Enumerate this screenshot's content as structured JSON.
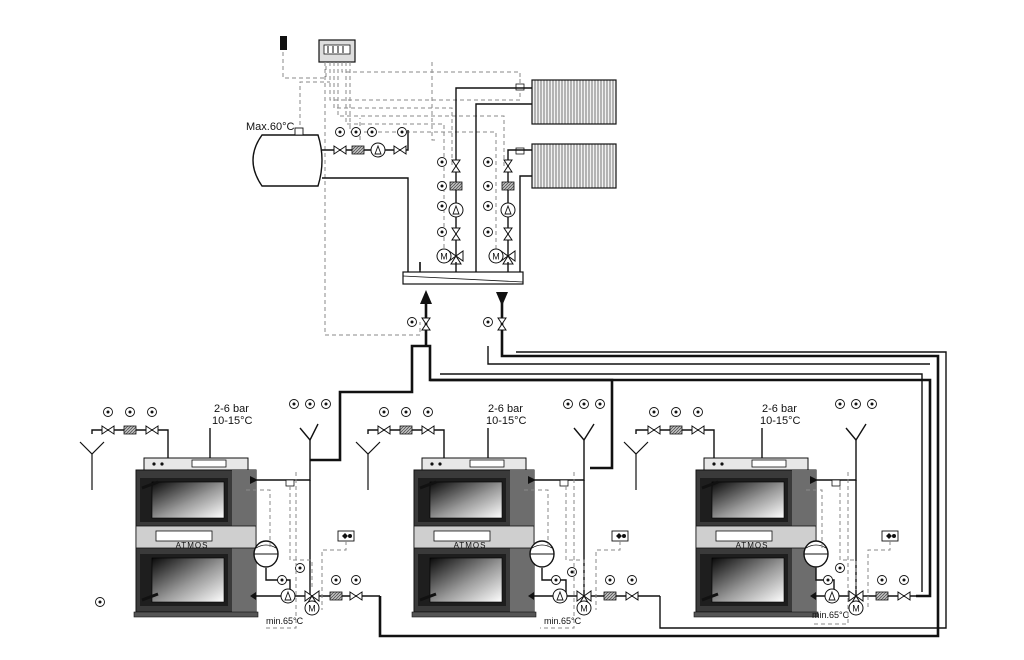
{
  "tank": {
    "max_temp_label": "Max.60°C"
  },
  "boilers": [
    {
      "pressure_label": "2-6 bar",
      "temp_label": "10-15°C",
      "brand": "ATMOS",
      "min_temp_label": "min.65°C"
    },
    {
      "pressure_label": "2-6 bar",
      "temp_label": "10-15°C",
      "brand": "ATMOS",
      "min_temp_label": "min.65°C"
    },
    {
      "pressure_label": "2-6 bar",
      "temp_label": "10-15°C",
      "brand": "ATMOS",
      "min_temp_label": "min.65°C"
    }
  ],
  "colors": {
    "pipe": "#111111",
    "control_line": "#8a8a8a",
    "boiler_body": "#3a3a3a",
    "radiator": "#dddddd"
  }
}
